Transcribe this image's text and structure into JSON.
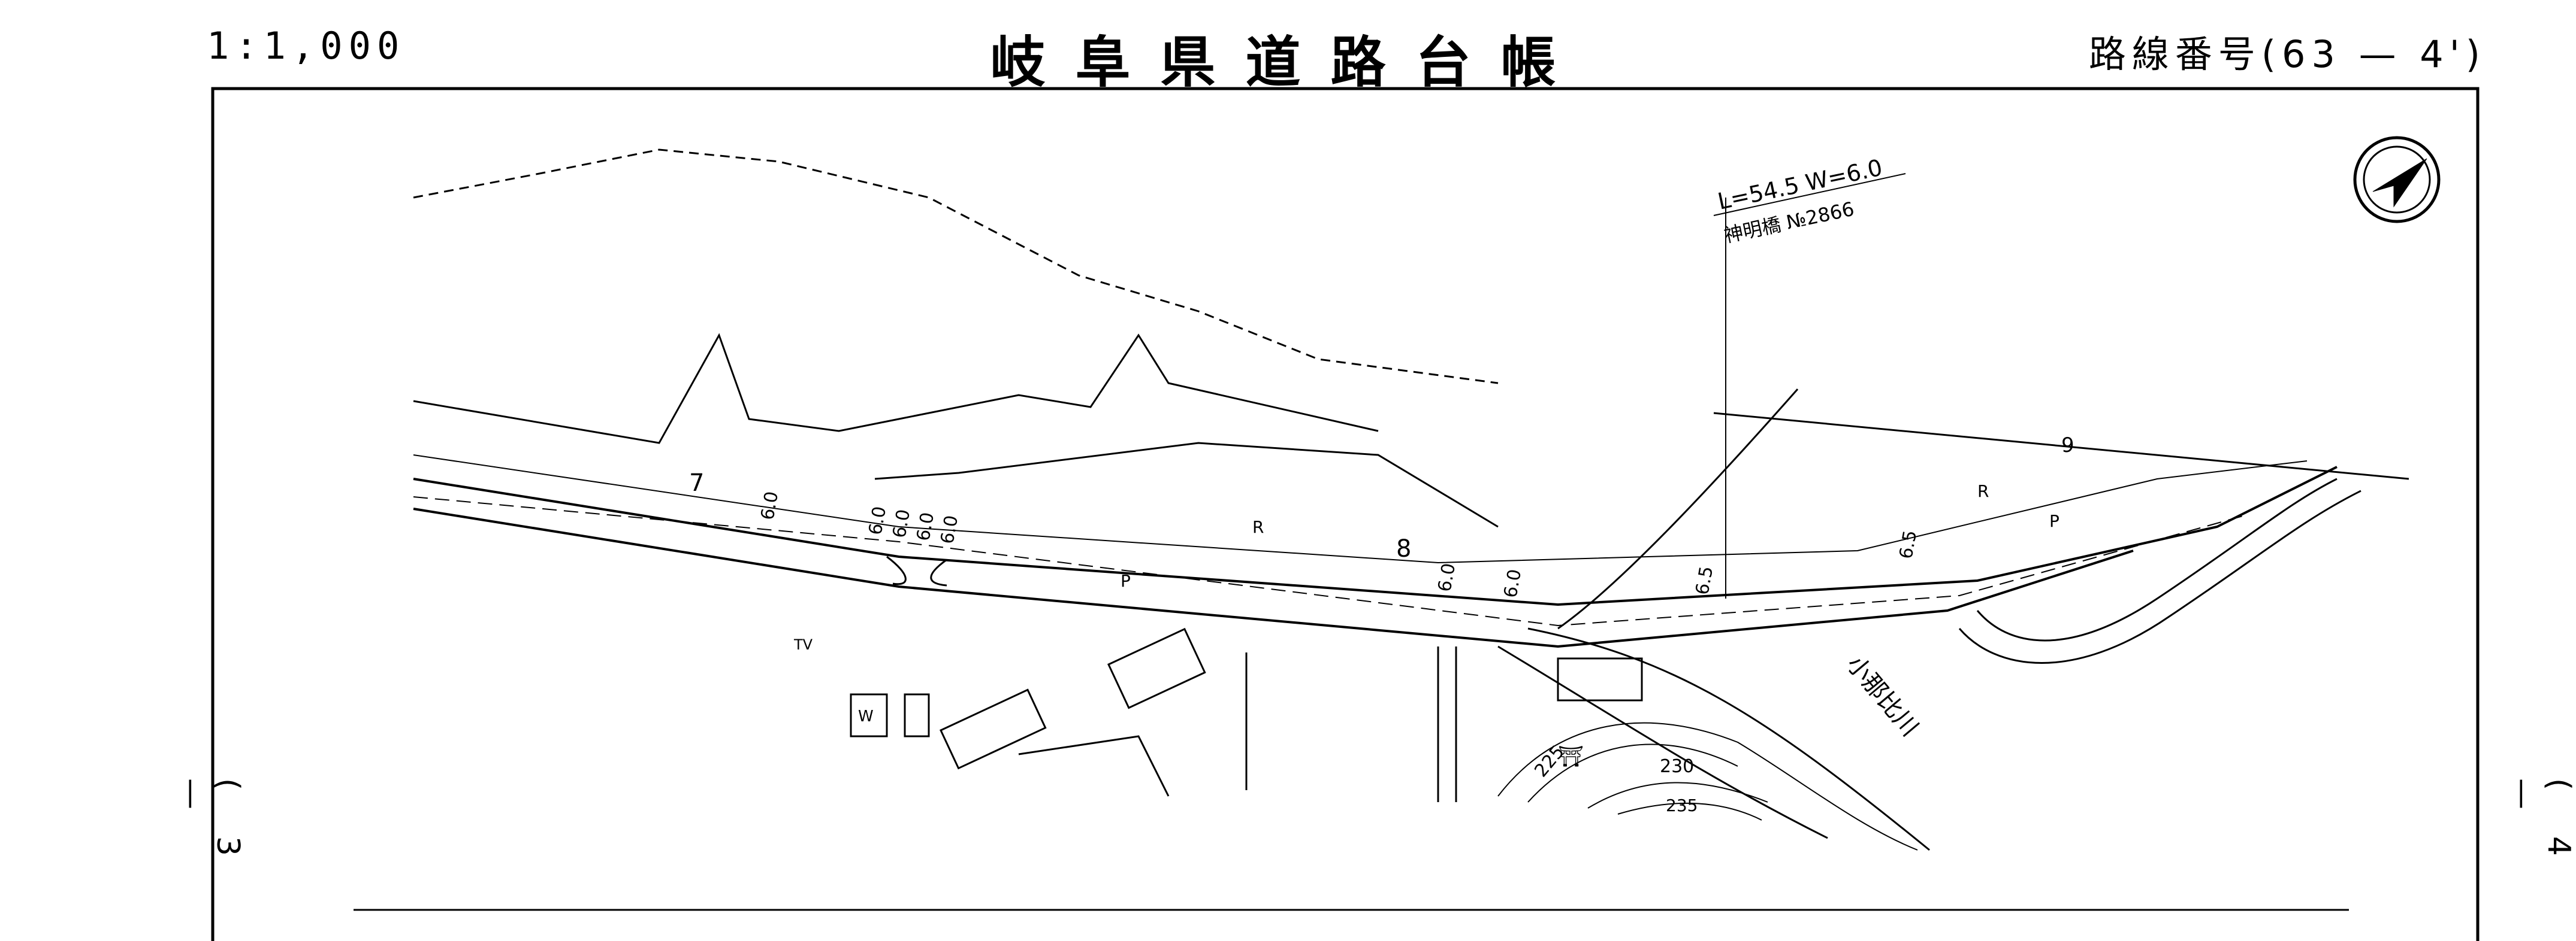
{
  "header": {
    "scale": "1:1,000",
    "title": "岐阜県道路台帳",
    "route": "路線番号(63 — 4')"
  },
  "sheet_marks": {
    "left": "( 3 —",
    "right": "( 4 —"
  },
  "bridge": {
    "dimensions": "L=54.5 W=6.0",
    "name": "神明橋 №2866"
  },
  "river": "小那比川",
  "road_width_labels": [
    "6.0",
    "6.0",
    "6.0",
    "6.0",
    "6.0",
    "6.0",
    "6.0",
    "6.5",
    "6.5"
  ],
  "station_labels": [
    "7",
    "8",
    "9"
  ],
  "side_labels": {
    "right": "R",
    "pavement": "P"
  },
  "contours": [
    "225",
    "230",
    "235"
  ],
  "symbols": {
    "tv": "TV",
    "water": "W",
    "shrine": "⛩"
  }
}
